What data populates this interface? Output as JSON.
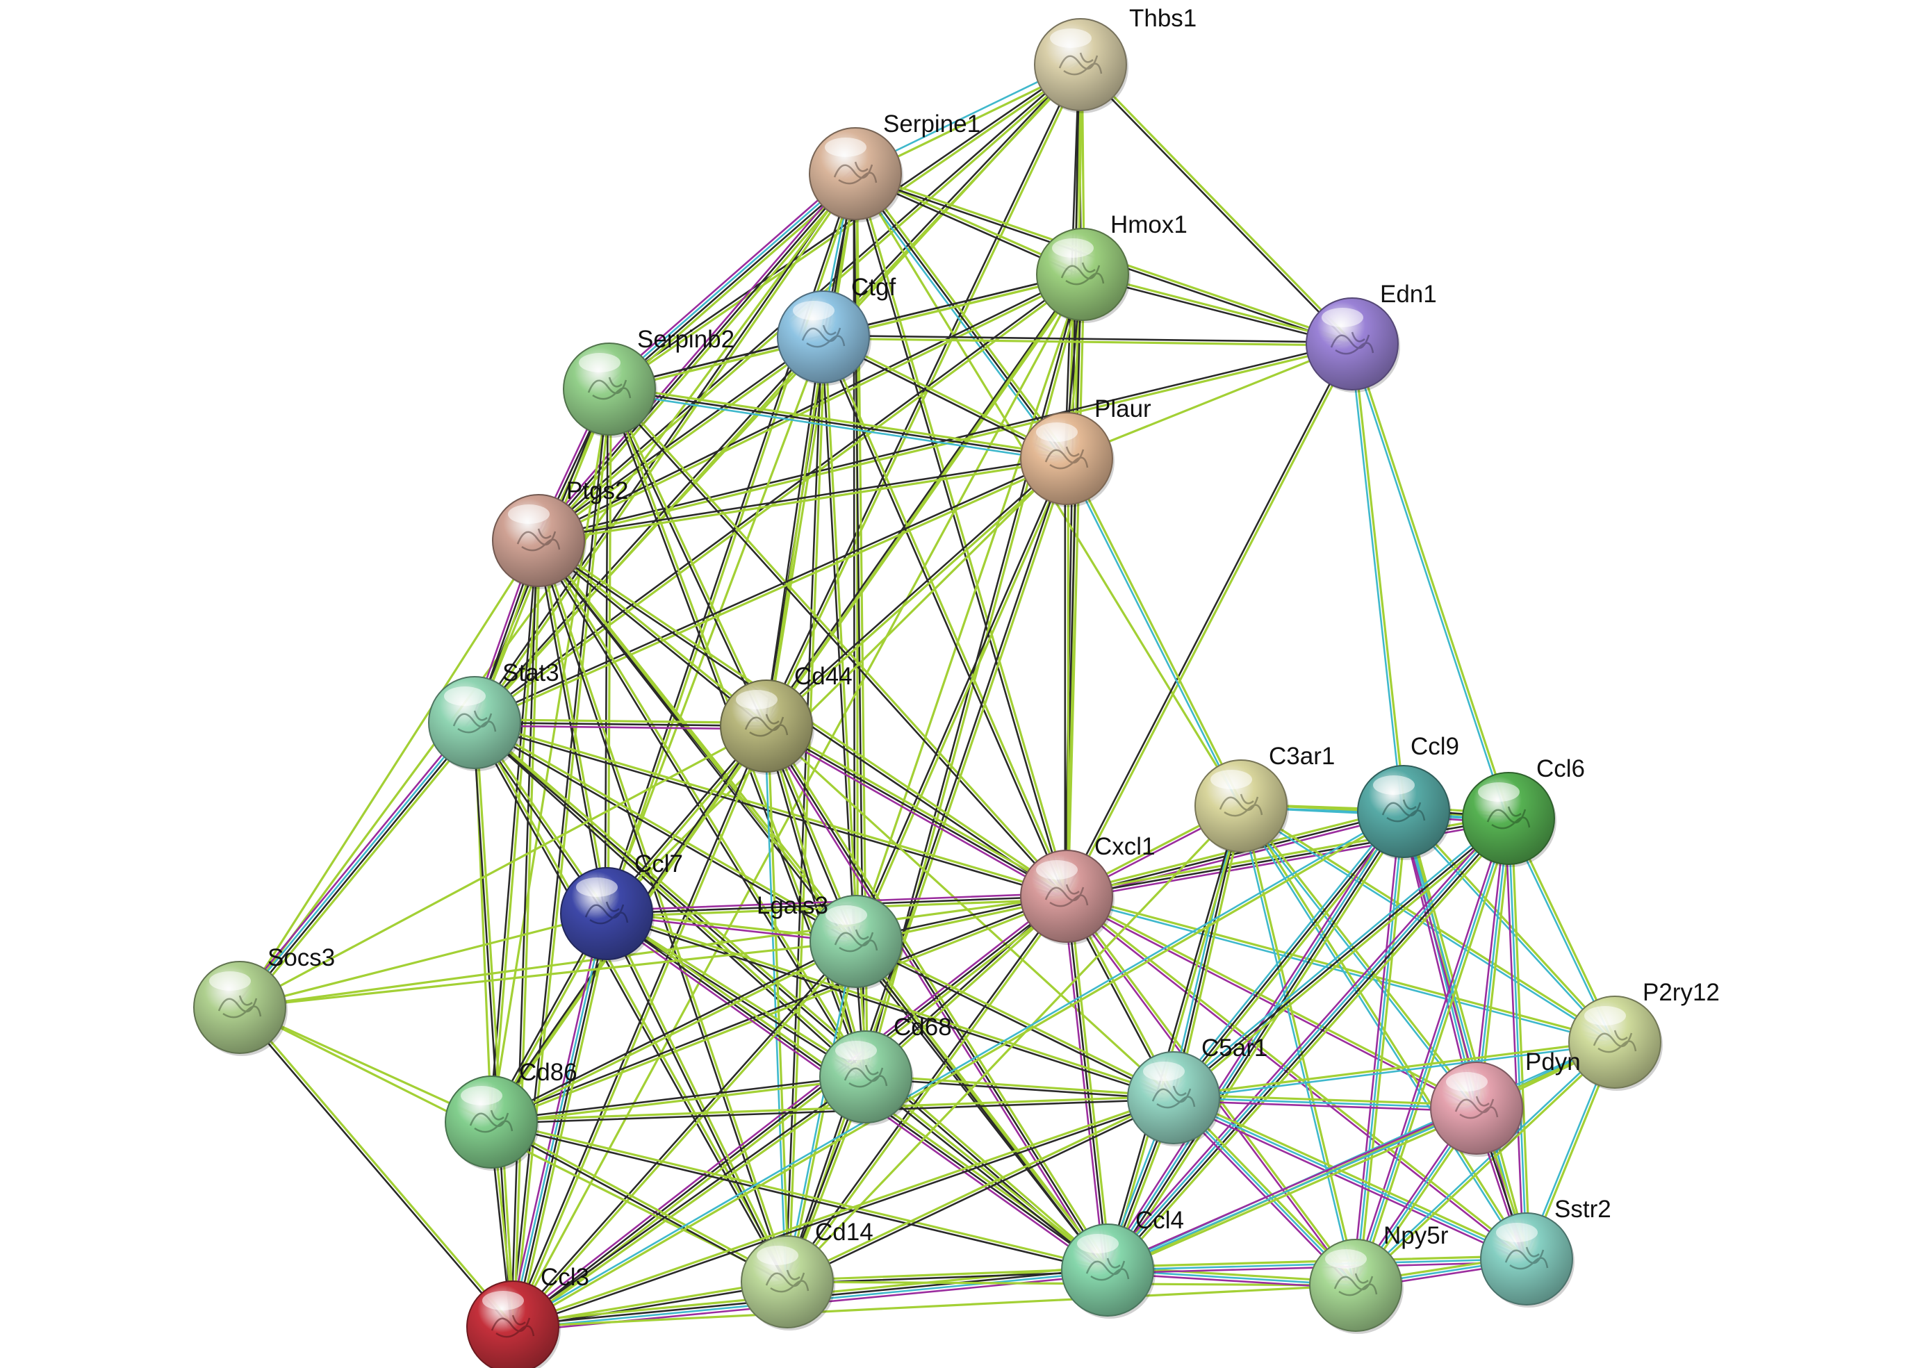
{
  "network": {
    "nodes": [
      {
        "id": "Thbs1",
        "label": "Thbs1",
        "color": "#d9cfa9"
      },
      {
        "id": "Serpine1",
        "label": "Serpine1",
        "color": "#d9b59b"
      },
      {
        "id": "Hmox1",
        "label": "Hmox1",
        "color": "#9ccf7e"
      },
      {
        "id": "Edn1",
        "label": "Edn1",
        "color": "#9a82d6"
      },
      {
        "id": "Ctgf",
        "label": "Ctgf",
        "color": "#8fc4e3"
      },
      {
        "id": "Serpinb2",
        "label": "Serpinb2",
        "color": "#93cf8a"
      },
      {
        "id": "Plaur",
        "label": "Plaur",
        "color": "#e3b995"
      },
      {
        "id": "Ptgs2",
        "label": "Ptgs2",
        "color": "#cfa294"
      },
      {
        "id": "Stat3",
        "label": "Stat3",
        "color": "#8fd4b2"
      },
      {
        "id": "Cd44",
        "label": "Cd44",
        "color": "#b8b77d"
      },
      {
        "id": "C3ar1",
        "label": "C3ar1",
        "color": "#d8d59c"
      },
      {
        "id": "Ccl9",
        "label": "Ccl9",
        "color": "#57aaa6"
      },
      {
        "id": "Ccl6",
        "label": "Ccl6",
        "color": "#56b152"
      },
      {
        "id": "Cxcl1",
        "label": "Cxcl1",
        "color": "#d79b9b"
      },
      {
        "id": "Ccl7",
        "label": "Ccl7",
        "color": "#3e48a8"
      },
      {
        "id": "Lgals3",
        "label": "Lgals3",
        "color": "#8ed1a6"
      },
      {
        "id": "Socs3",
        "label": "Socs3",
        "color": "#afd08f"
      },
      {
        "id": "P2ry12",
        "label": "P2ry12",
        "color": "#cfdb9c"
      },
      {
        "id": "Cd68",
        "label": "Cd68",
        "color": "#8ed1a2"
      },
      {
        "id": "C5ar1",
        "label": "C5ar1",
        "color": "#93d4c2"
      },
      {
        "id": "Pdyn",
        "label": "Pdyn",
        "color": "#e4a2ae"
      },
      {
        "id": "Cd86",
        "label": "Cd86",
        "color": "#83cf8e"
      },
      {
        "id": "Ccl4",
        "label": "Ccl4",
        "color": "#86d6ab"
      },
      {
        "id": "Npy5r",
        "label": "Npy5r",
        "color": "#a7d894"
      },
      {
        "id": "Sstr2",
        "label": "Sstr2",
        "color": "#86cfc2"
      },
      {
        "id": "Cd14",
        "label": "Cd14",
        "color": "#bcd89a"
      },
      {
        "id": "Ccl3",
        "label": "Ccl3",
        "color": "#c4303b"
      }
    ],
    "edges": [
      [
        "Thbs1",
        "Serpine1",
        "gyc"
      ],
      [
        "Thbs1",
        "Hmox1",
        "gk"
      ],
      [
        "Thbs1",
        "Edn1",
        "gk"
      ],
      [
        "Thbs1",
        "Ctgf",
        "gk"
      ],
      [
        "Thbs1",
        "Serpinb2",
        "gk"
      ],
      [
        "Thbs1",
        "Plaur",
        "gk"
      ],
      [
        "Thbs1",
        "Ptgs2",
        "gk"
      ],
      [
        "Thbs1",
        "Cd44",
        "gk"
      ],
      [
        "Thbs1",
        "Cxcl1",
        "gk"
      ],
      [
        "Thbs1",
        "Stat3",
        "g"
      ],
      [
        "Serpine1",
        "Hmox1",
        "gk"
      ],
      [
        "Serpine1",
        "Edn1",
        "gk"
      ],
      [
        "Serpine1",
        "Ctgf",
        "gkc"
      ],
      [
        "Serpine1",
        "Serpinb2",
        "gkcm"
      ],
      [
        "Serpine1",
        "Plaur",
        "gkc"
      ],
      [
        "Serpine1",
        "Ptgs2",
        "gkm"
      ],
      [
        "Serpine1",
        "Stat3",
        "gk"
      ],
      [
        "Serpine1",
        "Cd44",
        "gk"
      ],
      [
        "Serpine1",
        "Cxcl1",
        "gk"
      ],
      [
        "Serpine1",
        "Ccl7",
        "gk"
      ],
      [
        "Serpine1",
        "Lgals3",
        "gk"
      ],
      [
        "Serpine1",
        "Cd68",
        "gk"
      ],
      [
        "Serpine1",
        "Socs3",
        "g"
      ],
      [
        "Serpine1",
        "C3ar1",
        "g"
      ],
      [
        "Hmox1",
        "Edn1",
        "gk"
      ],
      [
        "Hmox1",
        "Ctgf",
        "gk"
      ],
      [
        "Hmox1",
        "Serpinb2",
        "gk"
      ],
      [
        "Hmox1",
        "Plaur",
        "gk"
      ],
      [
        "Hmox1",
        "Ptgs2",
        "gk"
      ],
      [
        "Hmox1",
        "Stat3",
        "gk"
      ],
      [
        "Hmox1",
        "Cd44",
        "gk"
      ],
      [
        "Hmox1",
        "Cxcl1",
        "gk"
      ],
      [
        "Hmox1",
        "Lgals3",
        "g"
      ],
      [
        "Hmox1",
        "Cd68",
        "gk"
      ],
      [
        "Hmox1",
        "Ccl3",
        "g"
      ],
      [
        "Hmox1",
        "Cd86",
        "g"
      ],
      [
        "Edn1",
        "Ctgf",
        "gk"
      ],
      [
        "Edn1",
        "Plaur",
        "g"
      ],
      [
        "Edn1",
        "Ptgs2",
        "gk"
      ],
      [
        "Edn1",
        "Cxcl1",
        "gk"
      ],
      [
        "Edn1",
        "Ccl9",
        "gc"
      ],
      [
        "Edn1",
        "Ccl6",
        "gc"
      ],
      [
        "Ctgf",
        "Serpinb2",
        "gk"
      ],
      [
        "Ctgf",
        "Plaur",
        "gk"
      ],
      [
        "Ctgf",
        "Ptgs2",
        "gk"
      ],
      [
        "Ctgf",
        "Stat3",
        "gk"
      ],
      [
        "Ctgf",
        "Cd44",
        "gk"
      ],
      [
        "Ctgf",
        "Cxcl1",
        "gk"
      ],
      [
        "Ctgf",
        "Lgals3",
        "gk"
      ],
      [
        "Ctgf",
        "Cd14",
        "gk"
      ],
      [
        "Ctgf",
        "Ccl7",
        "g"
      ],
      [
        "Serpinb2",
        "Plaur",
        "gkc"
      ],
      [
        "Serpinb2",
        "Ptgs2",
        "gkm"
      ],
      [
        "Serpinb2",
        "Stat3",
        "gk"
      ],
      [
        "Serpinb2",
        "Cd44",
        "gk"
      ],
      [
        "Serpinb2",
        "Cxcl1",
        "gk"
      ],
      [
        "Serpinb2",
        "Ccl7",
        "gk"
      ],
      [
        "Serpinb2",
        "Cd86",
        "g"
      ],
      [
        "Serpinb2",
        "Ccl3",
        "gk"
      ],
      [
        "Serpinb2",
        "Cd68",
        "gk"
      ],
      [
        "Plaur",
        "Ptgs2",
        "gk"
      ],
      [
        "Plaur",
        "Stat3",
        "gk"
      ],
      [
        "Plaur",
        "Cd44",
        "gk"
      ],
      [
        "Plaur",
        "Cxcl1",
        "gk"
      ],
      [
        "Plaur",
        "C3ar1",
        "gc"
      ],
      [
        "Plaur",
        "Lgals3",
        "gk"
      ],
      [
        "Plaur",
        "Cd14",
        "gk"
      ],
      [
        "Plaur",
        "Ccl7",
        "g"
      ],
      [
        "Ptgs2",
        "Stat3",
        "gkm"
      ],
      [
        "Ptgs2",
        "Cd44",
        "gk"
      ],
      [
        "Ptgs2",
        "Cxcl1",
        "gk"
      ],
      [
        "Ptgs2",
        "Ccl7",
        "gk"
      ],
      [
        "Ptgs2",
        "Socs3",
        "g"
      ],
      [
        "Ptgs2",
        "Cd86",
        "gk"
      ],
      [
        "Ptgs2",
        "Ccl3",
        "gk"
      ],
      [
        "Ptgs2",
        "Cd68",
        "gk"
      ],
      [
        "Ptgs2",
        "Lgals3",
        "gk"
      ],
      [
        "Ptgs2",
        "Ccl4",
        "gk"
      ],
      [
        "Ptgs2",
        "Cd14",
        "gk"
      ],
      [
        "Stat3",
        "Socs3",
        "gkcm"
      ],
      [
        "Stat3",
        "Cd44",
        "gkm"
      ],
      [
        "Stat3",
        "Cxcl1",
        "gk"
      ],
      [
        "Stat3",
        "Ccl7",
        "gk"
      ],
      [
        "Stat3",
        "Cd86",
        "g"
      ],
      [
        "Stat3",
        "Ccl3",
        "gk"
      ],
      [
        "Stat3",
        "Cd68",
        "gk"
      ],
      [
        "Stat3",
        "Lgals3",
        "gk"
      ],
      [
        "Stat3",
        "Ccl4",
        "gk"
      ],
      [
        "Stat3",
        "Cd14",
        "gk"
      ],
      [
        "Cd44",
        "Cxcl1",
        "gkm"
      ],
      [
        "Cd44",
        "Ccl7",
        "gk"
      ],
      [
        "Cd44",
        "Lgals3",
        "gk"
      ],
      [
        "Cd44",
        "Cd86",
        "gk"
      ],
      [
        "Cd44",
        "Ccl3",
        "gk"
      ],
      [
        "Cd44",
        "Cd68",
        "gk"
      ],
      [
        "Cd44",
        "Ccl4",
        "gkm"
      ],
      [
        "Cd44",
        "Cd14",
        "gc"
      ],
      [
        "Cd44",
        "Socs3",
        "g"
      ],
      [
        "Cd44",
        "C5ar1",
        "g"
      ],
      [
        "Cxcl1",
        "C3ar1",
        "gm"
      ],
      [
        "Cxcl1",
        "Ccl9",
        "gkm"
      ],
      [
        "Cxcl1",
        "Ccl6",
        "gkm"
      ],
      [
        "Cxcl1",
        "Ccl7",
        "gkm"
      ],
      [
        "Cxcl1",
        "Lgals3",
        "gk"
      ],
      [
        "Cxcl1",
        "Cd68",
        "gk"
      ],
      [
        "Cxcl1",
        "C5ar1",
        "gk"
      ],
      [
        "Cxcl1",
        "Cd86",
        "gk"
      ],
      [
        "Cxcl1",
        "Ccl4",
        "gkm"
      ],
      [
        "Cxcl1",
        "Ccl3",
        "gkm"
      ],
      [
        "Cxcl1",
        "Cd14",
        "gk"
      ],
      [
        "Cxcl1",
        "Npy5r",
        "gm"
      ],
      [
        "Cxcl1",
        "Sstr2",
        "gm"
      ],
      [
        "Cxcl1",
        "Pdyn",
        "gm"
      ],
      [
        "Cxcl1",
        "P2ry12",
        "gc"
      ],
      [
        "Cxcl1",
        "Socs3",
        "g"
      ],
      [
        "Ccl7",
        "Lgals3",
        "gm"
      ],
      [
        "Ccl7",
        "Cd86",
        "gk"
      ],
      [
        "Ccl7",
        "Ccl3",
        "gkcm"
      ],
      [
        "Ccl7",
        "Cd68",
        "gk"
      ],
      [
        "Ccl7",
        "Ccl4",
        "gkm"
      ],
      [
        "Ccl7",
        "Cd14",
        "gk"
      ],
      [
        "Ccl7",
        "Socs3",
        "g"
      ],
      [
        "Ccl7",
        "C5ar1",
        "gk"
      ],
      [
        "Lgals3",
        "Cd68",
        "gk"
      ],
      [
        "Lgals3",
        "Cd86",
        "gk"
      ],
      [
        "Lgals3",
        "Ccl3",
        "gk"
      ],
      [
        "Lgals3",
        "Ccl4",
        "gk"
      ],
      [
        "Lgals3",
        "Cd14",
        "gc"
      ],
      [
        "Lgals3",
        "C5ar1",
        "gk"
      ],
      [
        "Lgals3",
        "Socs3",
        "g"
      ],
      [
        "Socs3",
        "Cd86",
        "g"
      ],
      [
        "Socs3",
        "Ccl3",
        "gk"
      ],
      [
        "Socs3",
        "Cd14",
        "g"
      ],
      [
        "Cd68",
        "Cd86",
        "gk"
      ],
      [
        "Cd68",
        "Ccl3",
        "gk"
      ],
      [
        "Cd68",
        "Ccl4",
        "gk"
      ],
      [
        "Cd68",
        "Cd14",
        "gk"
      ],
      [
        "Cd68",
        "C5ar1",
        "gk"
      ],
      [
        "Cd86",
        "Ccl3",
        "gk"
      ],
      [
        "Cd86",
        "Ccl4",
        "gk"
      ],
      [
        "Cd86",
        "Cd14",
        "gk"
      ],
      [
        "Cd86",
        "C5ar1",
        "gk"
      ],
      [
        "Ccl3",
        "Cd14",
        "gk"
      ],
      [
        "Ccl3",
        "Ccl4",
        "gkcm"
      ],
      [
        "Ccl3",
        "C5ar1",
        "gk"
      ],
      [
        "Ccl3",
        "Npy5r",
        "g"
      ],
      [
        "Cd14",
        "Ccl4",
        "gk"
      ],
      [
        "Cd14",
        "C5ar1",
        "gk"
      ],
      [
        "Cd14",
        "Npy5r",
        "g"
      ],
      [
        "C3ar1",
        "C5ar1",
        "gkc"
      ],
      [
        "C3ar1",
        "Ccl9",
        "gc"
      ],
      [
        "C3ar1",
        "Ccl6",
        "gc"
      ],
      [
        "C3ar1",
        "Ccl4",
        "gk"
      ],
      [
        "C3ar1",
        "P2ry12",
        "gc"
      ],
      [
        "C3ar1",
        "Npy5r",
        "gc"
      ],
      [
        "C3ar1",
        "Sstr2",
        "gc"
      ],
      [
        "C3ar1",
        "Pdyn",
        "gc"
      ],
      [
        "C3ar1",
        "Cd14",
        "g"
      ],
      [
        "Ccl9",
        "Ccl6",
        "gkcm"
      ],
      [
        "Ccl9",
        "C5ar1",
        "gkc"
      ],
      [
        "Ccl9",
        "Ccl4",
        "gkcm"
      ],
      [
        "Ccl9",
        "P2ry12",
        "gc"
      ],
      [
        "Ccl9",
        "Pdyn",
        "gcm"
      ],
      [
        "Ccl9",
        "Npy5r",
        "gcm"
      ],
      [
        "Ccl9",
        "Sstr2",
        "gcm"
      ],
      [
        "Ccl9",
        "Ccl3",
        "gc"
      ],
      [
        "Ccl6",
        "C5ar1",
        "gkc"
      ],
      [
        "Ccl6",
        "Ccl4",
        "gkcm"
      ],
      [
        "Ccl6",
        "P2ry12",
        "gc"
      ],
      [
        "Ccl6",
        "Pdyn",
        "gcm"
      ],
      [
        "Ccl6",
        "Npy5r",
        "gcm"
      ],
      [
        "Ccl6",
        "Sstr2",
        "gcm"
      ],
      [
        "C5ar1",
        "Ccl4",
        "gkc"
      ],
      [
        "C5ar1",
        "P2ry12",
        "gc"
      ],
      [
        "C5ar1",
        "Pdyn",
        "gcm"
      ],
      [
        "C5ar1",
        "Npy5r",
        "gcm"
      ],
      [
        "C5ar1",
        "Sstr2",
        "gcm"
      ],
      [
        "P2ry12",
        "Pdyn",
        "gc"
      ],
      [
        "P2ry12",
        "Sstr2",
        "gc"
      ],
      [
        "P2ry12",
        "Npy5r",
        "gc"
      ],
      [
        "P2ry12",
        "Ccl4",
        "gc"
      ],
      [
        "Pdyn",
        "Sstr2",
        "gkm"
      ],
      [
        "Pdyn",
        "Npy5r",
        "gcm"
      ],
      [
        "Pdyn",
        "Ccl4",
        "gcm"
      ],
      [
        "Ccl4",
        "Npy5r",
        "gcm"
      ],
      [
        "Ccl4",
        "Sstr2",
        "gcm"
      ],
      [
        "Npy5r",
        "Sstr2",
        "gcm"
      ]
    ],
    "edge_colors": {
      "g": "#a3d035",
      "k": "#2a2a2a",
      "c": "#3fb8cc",
      "m": "#9b2d9e"
    }
  }
}
